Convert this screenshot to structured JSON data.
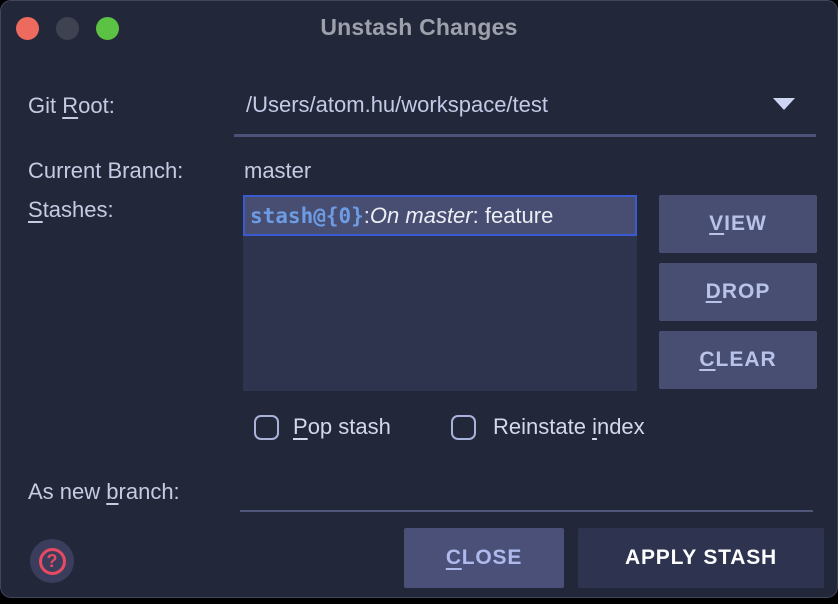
{
  "window": {
    "title": "Unstash Changes"
  },
  "traffic_lights": {
    "close_color": "#ed6a5e",
    "minimize_color": "#3e4251",
    "zoom_color": "#5cc244"
  },
  "git_root": {
    "label_pre": "Git ",
    "label_key": "R",
    "label_post": "oot:",
    "value": "/Users/atom.hu/workspace/test"
  },
  "current_branch": {
    "label": "Current Branch:",
    "value": "master"
  },
  "stashes": {
    "label_key": "S",
    "label_post": "tashes:",
    "items": [
      {
        "id": "stash@{0}",
        "sep1": ": ",
        "branch": "On master",
        "sep2": ": feature",
        "selected": true
      }
    ]
  },
  "stash_actions": [
    {
      "key": "V",
      "rest": "IEW"
    },
    {
      "key": "D",
      "rest": "ROP"
    },
    {
      "key": "C",
      "rest": "LEAR"
    }
  ],
  "options": {
    "pop_stash": {
      "key": "P",
      "rest": "op stash",
      "checked": false
    },
    "reinstate_index": {
      "pre": "Reinstate ",
      "key": "i",
      "rest": "ndex",
      "checked": false
    }
  },
  "new_branch": {
    "label_pre": "As new ",
    "label_key": "b",
    "label_post": "ranch:",
    "value": ""
  },
  "footer": {
    "help_glyph": "?",
    "close": {
      "key": "C",
      "rest": "LOSE"
    },
    "apply_label": "APPLY STASH"
  },
  "colors": {
    "window_bg": "#23273a",
    "list_bg": "#2e344e",
    "selection_bg": "#474e72",
    "selection_border": "#3a5bd0",
    "stash_id_text": "#6e9ce4",
    "button_bg": "#4a5077",
    "button_text": "#b9c3ea",
    "label_text": "#c5cbe2",
    "help_accent": "#e84a63",
    "apply_bg": "#2e3450"
  }
}
